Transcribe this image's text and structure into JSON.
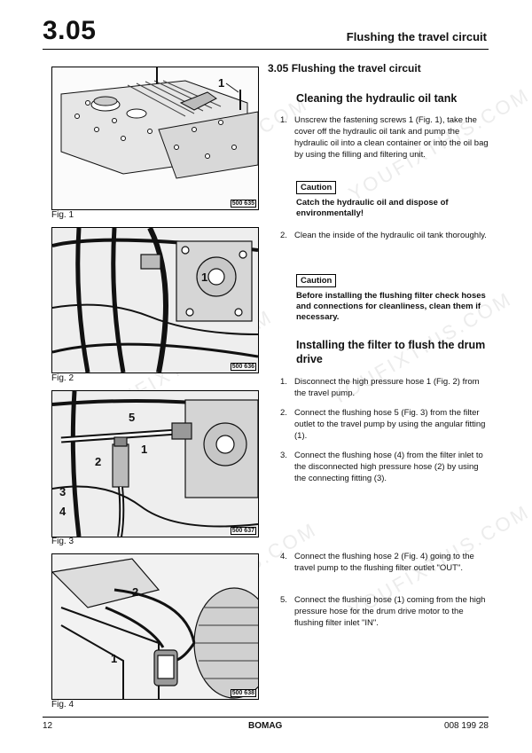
{
  "header": {
    "section_number": "3.05",
    "title": "Flushing the travel circuit"
  },
  "figures": [
    {
      "caption": "Fig. 1",
      "ref": "500 635",
      "callouts": [
        "1"
      ]
    },
    {
      "caption": "Fig. 2",
      "ref": "500 636",
      "callouts": [
        "1"
      ]
    },
    {
      "caption": "Fig. 3",
      "ref": "500 637",
      "callouts": [
        "5",
        "1",
        "2",
        "3",
        "4"
      ]
    },
    {
      "caption": "Fig. 4",
      "ref": "500 638",
      "callouts": [
        "2",
        "1"
      ]
    }
  ],
  "content": {
    "section_title": "3.05 Flushing the travel circuit",
    "sub1_title": "Cleaning the hydraulic oil tank",
    "step1": "Unscrew the fastening screws 1 (Fig. 1), take the cover off the hydraulic oil tank and pump the hydraulic oil into a clean container or into the oil bag by using the filling and filtering unit.",
    "caution1_label": "Caution",
    "caution1_text": "Catch the hydraulic oil and dispose of environmentally!",
    "step2": "Clean the inside of the hydraulic oil tank thoroughly.",
    "caution2_label": "Caution",
    "caution2_text": "Before installing the flushing filter check hoses and connections for cleanliness, clean them if necessary.",
    "sub2_title": "Installing the filter to flush the drum drive",
    "steps2": [
      "Disconnect the high pressure hose 1 (Fig. 2) from the travel pump.",
      "Connect the flushing hose 5 (Fig. 3) from the filter outlet to the travel pump by using the angular fitting (1).",
      "Connect the flushing hose (4) from the filter inlet to the disconnected high pressure hose (2) by using the connecting fitting (3).",
      "Connect the flushing hose 2 (Fig. 4) going to the travel pump to the flushing filter outlet \"OUT\".",
      "Connect the flushing hose (1) coming from the high pressure hose for the drum drive motor to the flushing filter inlet \"IN\"."
    ],
    "step_numbers": [
      "1.",
      "2.",
      "1.",
      "2.",
      "3.",
      "4.",
      "5."
    ]
  },
  "footer": {
    "page": "12",
    "brand": "BOMAG",
    "doc_number": "008 199 28"
  },
  "watermark": "YOUFIXTHIS.COM"
}
